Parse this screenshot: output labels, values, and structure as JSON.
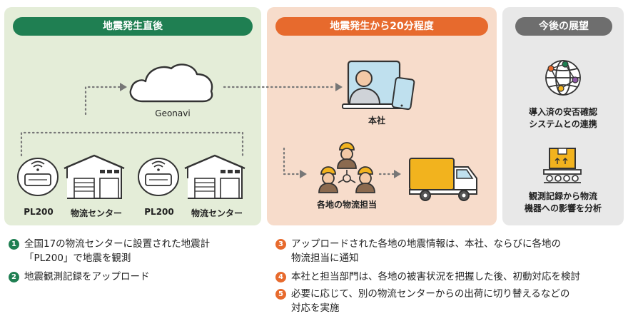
{
  "panels": {
    "left_title": "地震発生直後",
    "middle_title": "地震発生から20分程度",
    "right_title": "今後の展望"
  },
  "labels": {
    "cloud": "Geonavi",
    "device1": "PL200",
    "center1": "物流センター",
    "device2": "PL200",
    "center2": "物流センター",
    "headquarters": "本社",
    "local_staff": "各地の物流担当",
    "future1_line1": "導入済の安否確認",
    "future1_line2": "システムとの連携",
    "future2_line1": "観測記録から物流",
    "future2_line2": "機器への影響を分析"
  },
  "notes": {
    "n1_num": "1",
    "n1_line1": "全国17の物流センターに設置された地震計",
    "n1_line2": "「PL200」で地震を観測",
    "n2_num": "2",
    "n2_text": "地震観測記録をアップロード",
    "n3_num": "3",
    "n3_line1": "アップロードされた各地の地震情報は、本社、ならびに各地の",
    "n3_line2": "物流担当に通知",
    "n4_num": "4",
    "n4_text": "本社と担当部門は、各地の被害状況を把握した後、初動対応を検討",
    "n5_num": "5",
    "n5_line1": "必要に応じて、別の物流センターからの出荷に切り替えるなどの",
    "n5_line2": "対応を実施"
  },
  "colors": {
    "green": "#1f7f52",
    "orange": "#e76a2d",
    "gray": "#6e6e6e",
    "truck_yellow": "#f2b31e",
    "helmet_yellow": "#f2b31e"
  },
  "icons": [
    "cloud-icon",
    "seismometer-icon",
    "warehouse-icon",
    "monitor-person-icon",
    "tablet-icon",
    "worker-icon",
    "truck-icon",
    "network-globe-icon",
    "conveyor-box-icon"
  ]
}
